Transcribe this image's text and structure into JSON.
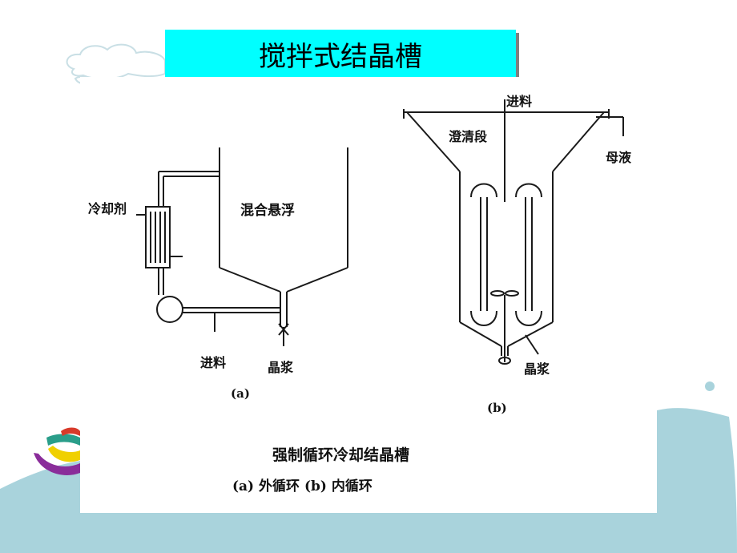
{
  "slide": {
    "title": "搅拌式结晶槽"
  },
  "diagram": {
    "a": {
      "coolant_label": "冷却剂",
      "tank_label": "混合悬浮",
      "feed_label": "进料",
      "slurry_label": "晶浆",
      "caption": "(a)"
    },
    "b": {
      "feed_label": "进料",
      "clarify_label": "澄清段",
      "mother_liquor_label": "母液",
      "slurry_label": "晶浆",
      "caption": "(b)"
    },
    "figure_title": "强制循环冷却结晶槽",
    "figure_subtitle": "(a) 外循环 (b) 内循环"
  },
  "colors": {
    "title_bg": "#00ffff",
    "wave_blue": "#a9d3dc",
    "cloud": "#ffffff"
  },
  "icons": [
    "cloud-decoration",
    "bird-logo-icon",
    "dot-decoration"
  ]
}
